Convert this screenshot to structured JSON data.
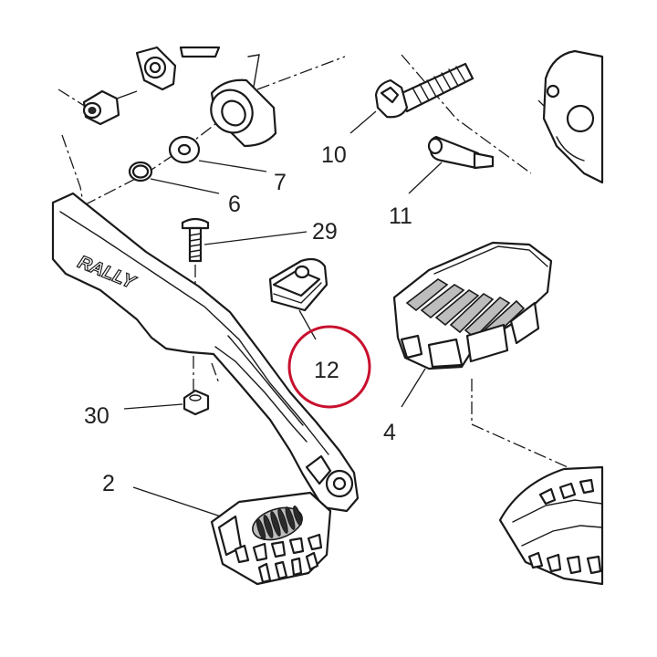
{
  "callouts": {
    "p2": "2",
    "p4": "4",
    "p6": "6",
    "p7": "7",
    "p10": "10",
    "p11": "11",
    "p12": "12",
    "p29": "29",
    "p30": "30"
  },
  "lever_brand": "RALLY",
  "highlight": {
    "part": "12",
    "color": "#c8102e"
  }
}
